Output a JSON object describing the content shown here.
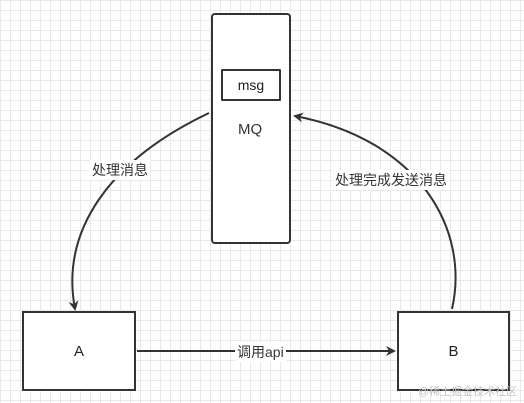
{
  "nodes": {
    "mq": "MQ",
    "msg": "msg",
    "a": "A",
    "b": "B"
  },
  "edges": {
    "a_to_b": "调用api",
    "mq_to_a": "处理消息",
    "b_to_mq": "处理完成发送消息"
  },
  "watermark": "@稀土掘金技术社区"
}
